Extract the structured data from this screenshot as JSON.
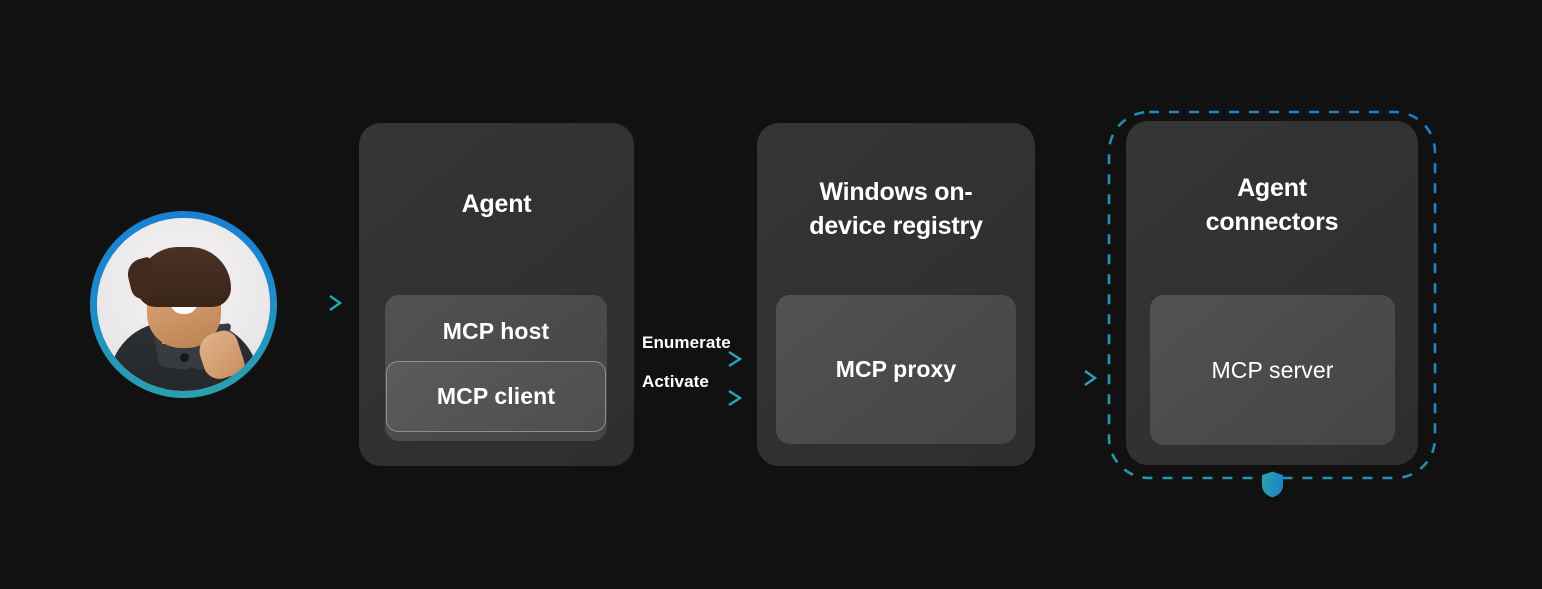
{
  "background_color": "#111111",
  "accent": {
    "blue": "#1a7fd4",
    "teal": "#2aa5b5",
    "card": "#333333",
    "panel": "#4c4c4c"
  },
  "avatar": {
    "name": "user-avatar",
    "alt": "Smiling person"
  },
  "arrows": [
    {
      "id": "user-to-agent",
      "label": ""
    },
    {
      "id": "enumerate",
      "label": "Enumerate"
    },
    {
      "id": "activate",
      "label": "Activate"
    },
    {
      "id": "registry-to-connectors",
      "label": ""
    }
  ],
  "cards": [
    {
      "id": "agent",
      "title": "Agent",
      "panel": {
        "label": "MCP host",
        "sub": {
          "label": "MCP client"
        }
      }
    },
    {
      "id": "windows-registry",
      "title": "Windows on-\ndevice registry",
      "title_line1": "Windows on-",
      "title_line2": "device registry",
      "panel": {
        "label": "MCP proxy"
      }
    },
    {
      "id": "agent-connectors",
      "title_line1": "Agent",
      "title_line2": "connectors",
      "panel": {
        "label": "MCP server"
      },
      "boundary": {
        "style": "dashed",
        "badge": "shield-icon"
      }
    }
  ]
}
